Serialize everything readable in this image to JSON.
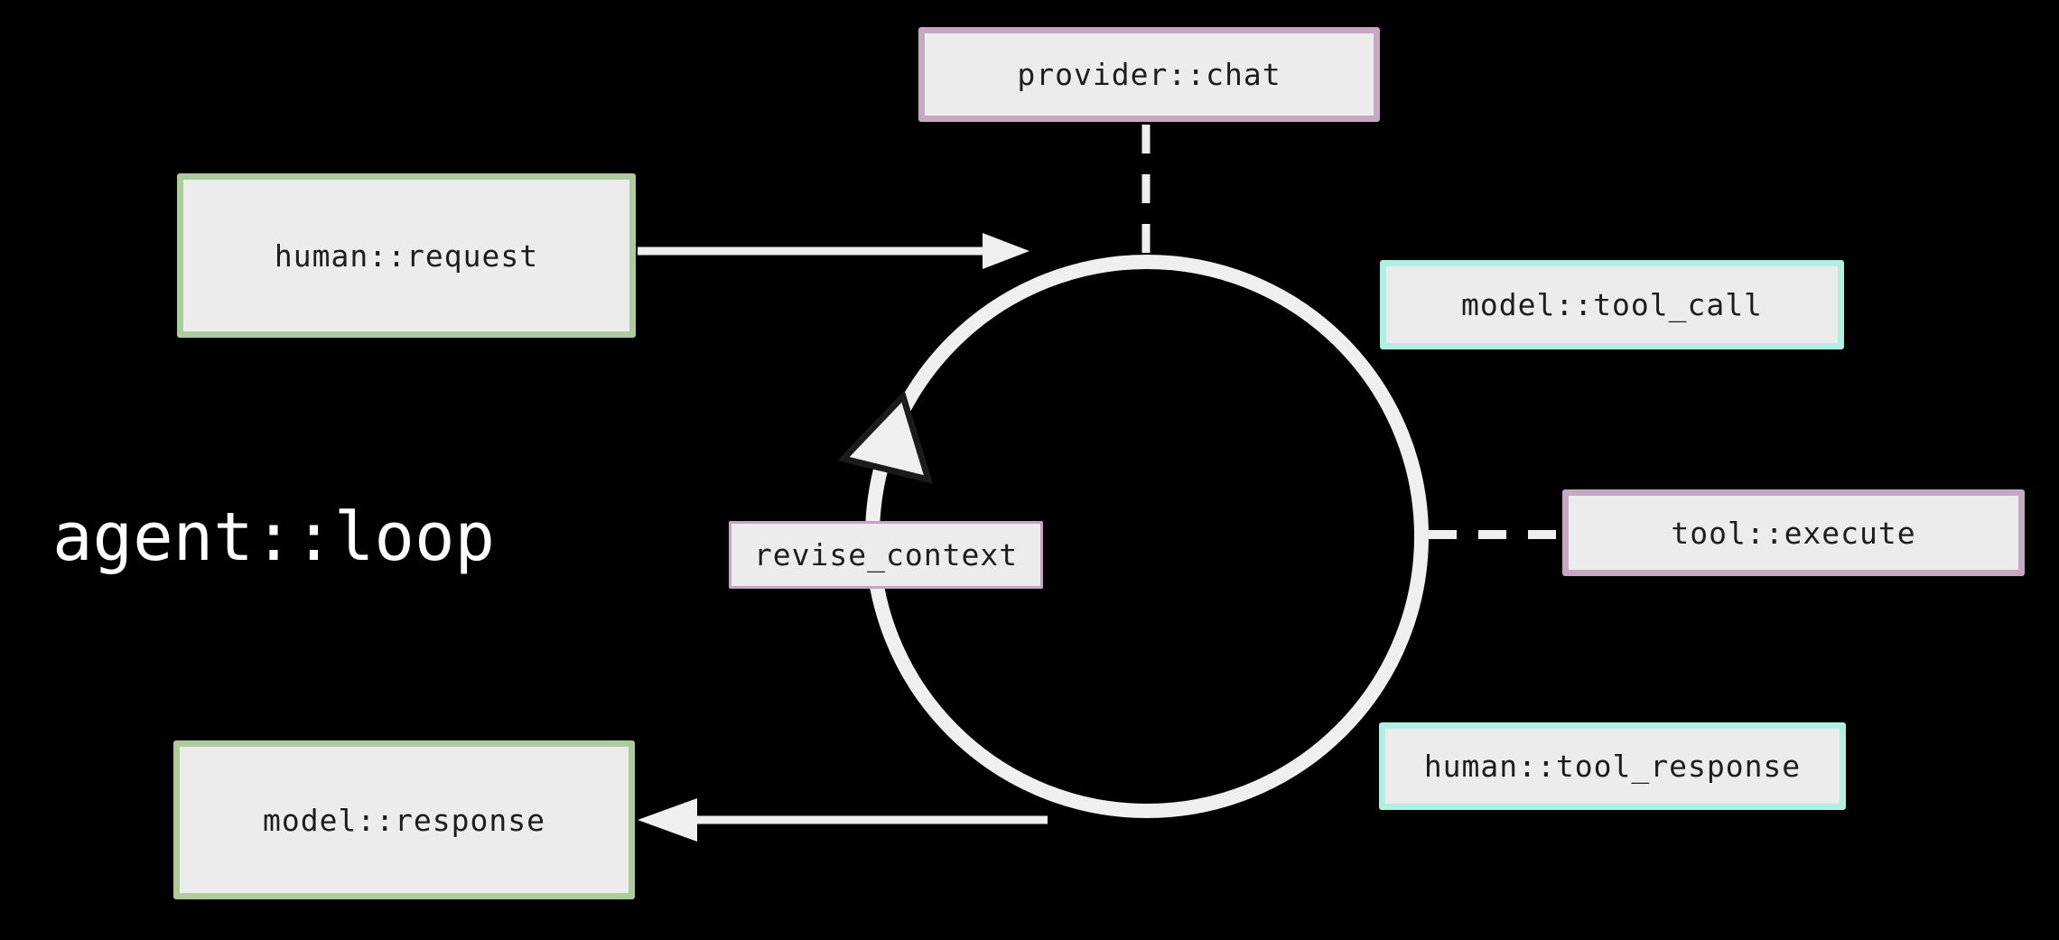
{
  "diagram": {
    "title": "agent::loop",
    "nodes": {
      "provider_chat": {
        "label": "provider::chat",
        "accent_color": "#c9a6c2"
      },
      "human_request": {
        "label": "human::request",
        "accent_color": "#aecb9c"
      },
      "model_tool_call": {
        "label": "model::tool_call",
        "accent_color": "#aff0e3"
      },
      "tool_execute": {
        "label": "tool::execute",
        "accent_color": "#c9a6c2"
      },
      "human_tool_response": {
        "label": "human::tool_response",
        "accent_color": "#aff0e3"
      },
      "model_response": {
        "label": "model::response",
        "accent_color": "#aecb9c"
      },
      "revise_context": {
        "label": "revise_context",
        "accent_color": "#c9a2c2"
      }
    },
    "edges": [
      {
        "from": "provider::chat",
        "to": "loop-circle",
        "style": "dashed"
      },
      {
        "from": "tool::execute",
        "to": "loop-circle",
        "style": "dashed"
      },
      {
        "from": "human::request",
        "to": "loop-circle",
        "style": "solid-arrow"
      },
      {
        "from": "loop-circle",
        "to": "model::response",
        "style": "solid-arrow"
      },
      {
        "on": "loop-circle",
        "marker": "arrowhead",
        "direction": "clockwise-up-left-side"
      }
    ],
    "colors": {
      "background": "#000000",
      "node_fill": "#ececec",
      "node_text": "#1d1d1d",
      "title_text": "#ffffff",
      "wire": "#efefef",
      "loop_arrowhead_outline": "#1b1b1b"
    }
  }
}
